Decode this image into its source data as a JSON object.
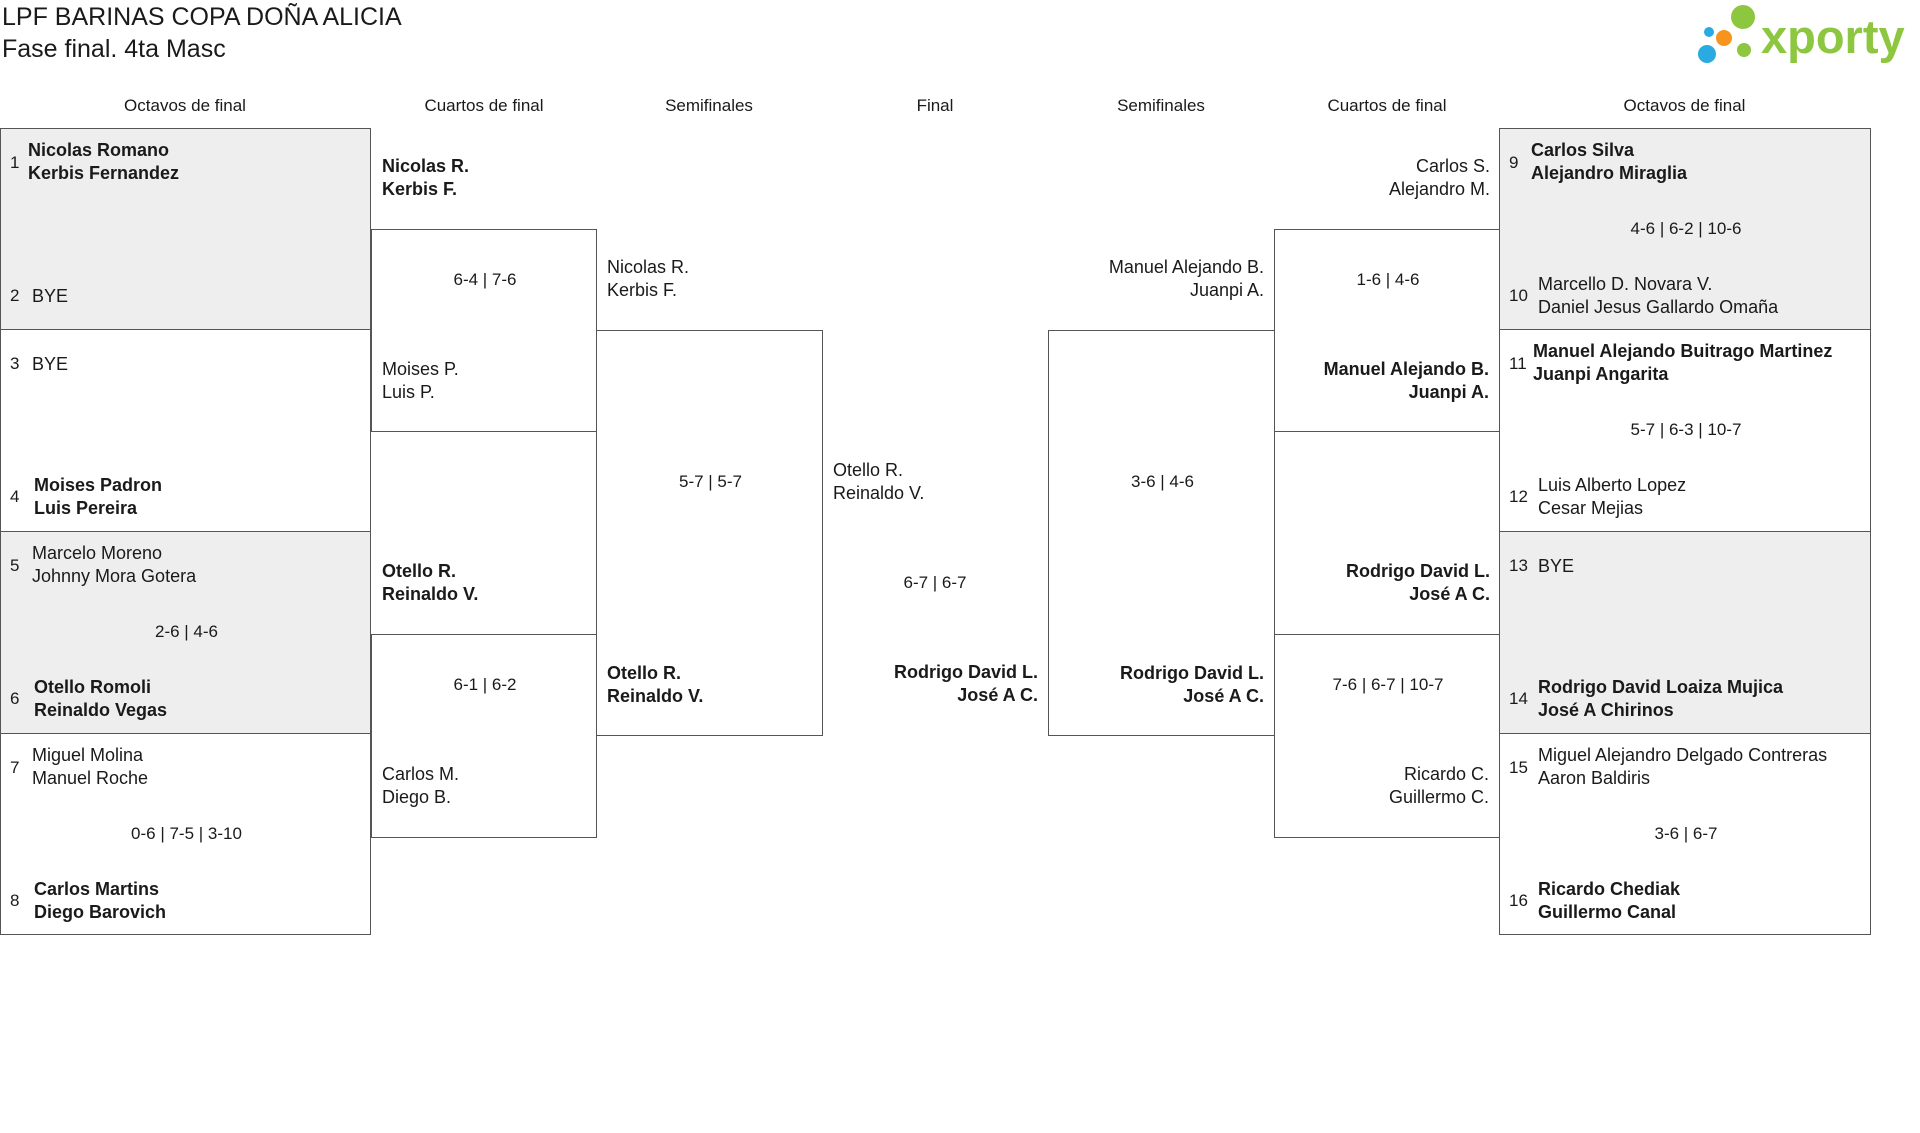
{
  "header": {
    "title": "LPF BARINAS COPA DOÑA ALICIA",
    "subtitle": "Fase final. 4ta Masc",
    "logo_text": "xporty",
    "logo_colors": [
      "#8dc63f",
      "#f7941d",
      "#29abe2"
    ]
  },
  "rounds": {
    "left_r16": "Octavos de final",
    "left_qf": "Cuartos de final",
    "left_sf": "Semifinales",
    "final": "Final",
    "right_sf": "Semifinales",
    "right_qf": "Cuartos de final",
    "right_r16": "Octavos de final"
  },
  "left_r16": {
    "m1": {
      "s1": "1",
      "p1a": "Nicolas Romano",
      "p1b": "Kerbis Fernandez",
      "s2": "2",
      "p2a": "BYE",
      "score": ""
    },
    "m2": {
      "s1": "3",
      "p1a": "BYE",
      "p1b": "",
      "s2": "4",
      "p2a": "Moises Padron",
      "p2b": "Luis Pereira",
      "score": ""
    },
    "m3": {
      "s1": "5",
      "p1a": "Marcelo Moreno",
      "p1b": "Johnny Mora Gotera",
      "s2": "6",
      "p2a": "Otello Romoli",
      "p2b": "Reinaldo Vegas",
      "score": "2-6 | 4-6"
    },
    "m4": {
      "s1": "7",
      "p1a": "Miguel Molina",
      "p1b": "Manuel Roche",
      "s2": "8",
      "p2a": "Carlos Martins",
      "p2b": "Diego Barovich",
      "score": "0-6 | 7-5 | 3-10"
    }
  },
  "left_qf": {
    "m1": {
      "t1a": "Nicolas R.",
      "t1b": "Kerbis F.",
      "t2a": "Moises P.",
      "t2b": "Luis P.",
      "score": "6-4 | 7-6"
    },
    "m2": {
      "t1a": "Otello R.",
      "t1b": "Reinaldo V.",
      "t2a": "Carlos M.",
      "t2b": "Diego B.",
      "score": "6-1 | 6-2"
    }
  },
  "left_sf": {
    "t1a": "Nicolas R.",
    "t1b": "Kerbis F.",
    "t2a": "Otello R.",
    "t2b": "Reinaldo V.",
    "score": "5-7 | 5-7"
  },
  "final": {
    "t1a": "Otello R.",
    "t1b": "Reinaldo V.",
    "t2a": "Rodrigo David L.",
    "t2b": "José A C.",
    "score": "6-7 | 6-7"
  },
  "right_sf": {
    "t1a": "Manuel Alejando B.",
    "t1b": "Juanpi A.",
    "t2a": "Rodrigo David L.",
    "t2b": "José A C.",
    "score": "3-6 | 4-6"
  },
  "right_qf": {
    "m1": {
      "t1a": "Carlos S.",
      "t1b": "Alejandro M.",
      "t2a": "Manuel Alejando B.",
      "t2b": "Juanpi A.",
      "score": "1-6 | 4-6"
    },
    "m2": {
      "t1a": "Rodrigo David L.",
      "t1b": "José A C.",
      "t2a": "Ricardo C.",
      "t2b": "Guillermo C.",
      "score": "7-6 | 6-7 | 10-7"
    }
  },
  "right_r16": {
    "m1": {
      "s1": "9",
      "p1a": "Carlos Silva",
      "p1b": "Alejandro Miraglia",
      "s2": "10",
      "p2a": "Marcello D. Novara V.",
      "p2b": "Daniel Jesus Gallardo Omaña",
      "score": "4-6 | 6-2 | 10-6"
    },
    "m2": {
      "s1": "11",
      "p1a": "Manuel Alejando Buitrago Martinez",
      "p1b": "Juanpi Angarita",
      "s2": "12",
      "p2a": "Luis Alberto Lopez",
      "p2b": "Cesar Mejias",
      "score": "5-7 | 6-3 | 10-7"
    },
    "m3": {
      "s1": "13",
      "p1a": "BYE",
      "p1b": "",
      "s2": "14",
      "p2a": "Rodrigo David Loaiza Mujica",
      "p2b": "José A Chirinos",
      "score": ""
    },
    "m4": {
      "s1": "15",
      "p1a": "Miguel Alejandro Delgado Contreras",
      "p1b": "Aaron Baldiris",
      "s2": "16",
      "p2a": "Ricardo Chediak",
      "p2b": "Guillermo Canal",
      "score": "3-6 | 6-7"
    }
  }
}
